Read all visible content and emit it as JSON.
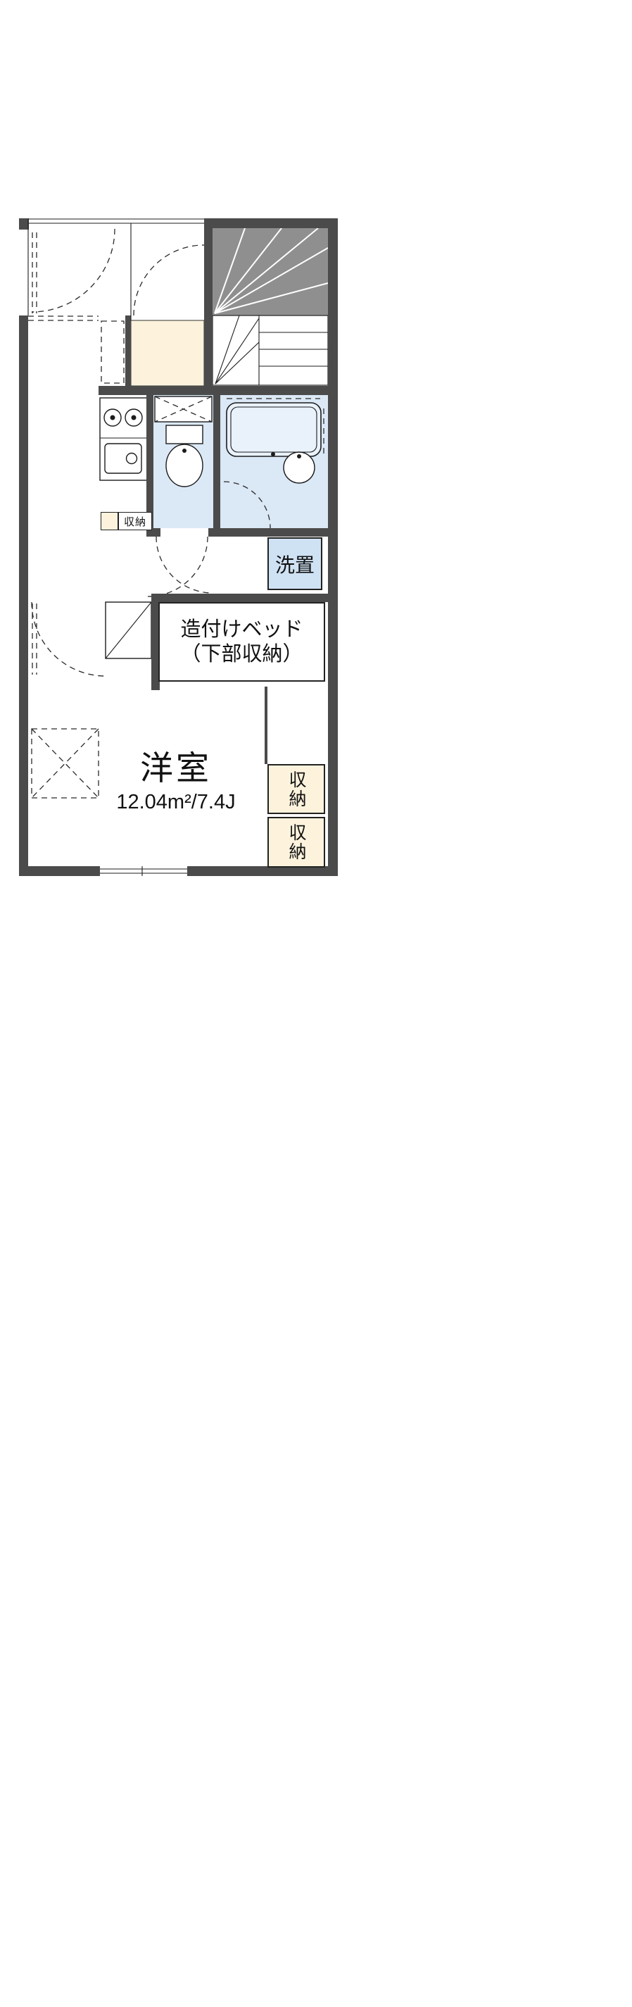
{
  "plan": {
    "rooms": {
      "main_room": {
        "name": "洋室",
        "size": "12.04m²/7.4J"
      },
      "bed": {
        "line1": "造付けベッド",
        "line2": "（下部収納）"
      },
      "washer": {
        "label": "洗置"
      },
      "kitchen_storage": {
        "label": "収納"
      },
      "closet_top": {
        "label": "収納"
      },
      "closet_bottom": {
        "label": "収納"
      }
    },
    "colors": {
      "wall": "#4b4b4b",
      "stair": "#8f8f8f",
      "wet_area": "#dbe8f6",
      "washer_area": "#cfe2f3",
      "storage": "#fdf3dd",
      "line": "#1c1c1c"
    }
  }
}
